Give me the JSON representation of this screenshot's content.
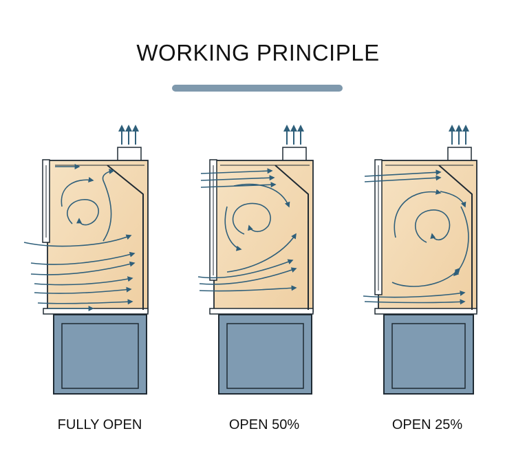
{
  "title": "WORKING PRINCIPLE",
  "colors": {
    "accent_bar": "#7f99ad",
    "chamber_fill": "#f2d6ae",
    "base_fill": "#7f9bb2",
    "airflow": "#2f5f7a",
    "outline": "#1f2a33"
  },
  "panels": [
    {
      "label": "FULLY OPEN",
      "sash_open_fraction": 1.0
    },
    {
      "label": "OPEN 50%",
      "sash_open_fraction": 0.5
    },
    {
      "label": "OPEN 25%",
      "sash_open_fraction": 0.25
    }
  ]
}
